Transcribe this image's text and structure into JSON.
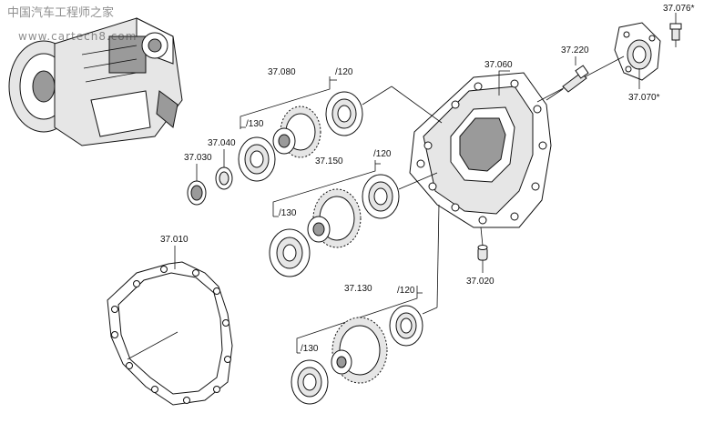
{
  "watermark": {
    "title": "中国汽车工程师之家",
    "url": "www.cartech8.com"
  },
  "labels": {
    "l37076": "37.076*",
    "l37220": "37.220",
    "l37060": "37.060",
    "l37070": "37.070*",
    "l37080": "37.080",
    "l37080_120": "/120",
    "l37080_130": "/130",
    "l37040": "37.040",
    "l37030": "37.030",
    "l37150": "37.150",
    "l37150_120": "/120",
    "l37150_130": "/130",
    "l37010": "37.010",
    "l37020": "37.020",
    "l37130": "37.130",
    "l37130_120": "/120",
    "l37130_130": "/130"
  }
}
